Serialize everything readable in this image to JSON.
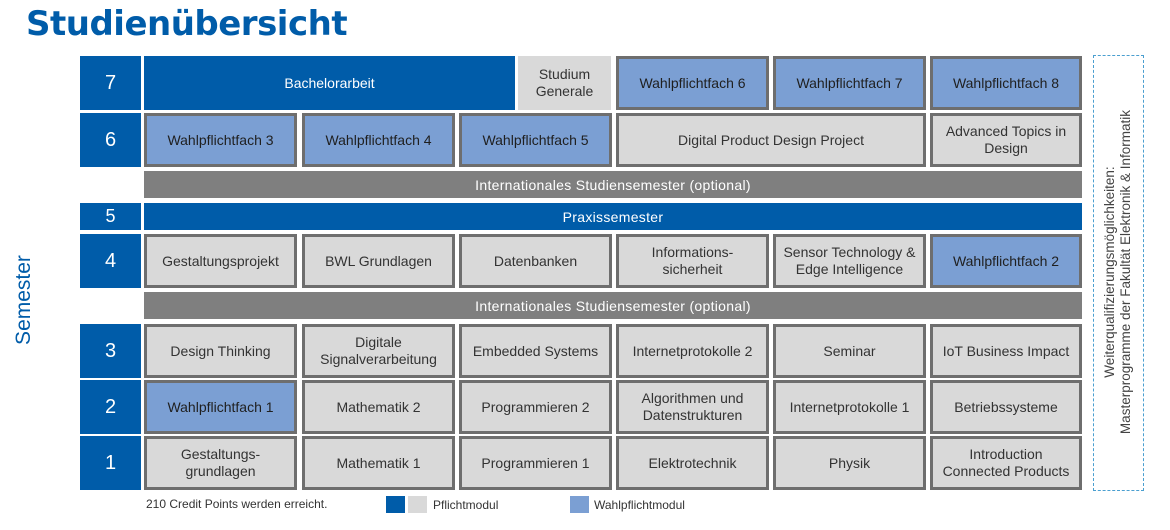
{
  "title": "Studienübersicht",
  "semester_label": "Semester",
  "rows": {
    "s7": {
      "num": "7",
      "c0": "Bachelorarbeit",
      "c1": "Studium Generale",
      "c2": "Wahlpflichtfach 6",
      "c3": "Wahlpflichtfach 7",
      "c4": "Wahlpflichtfach 8"
    },
    "s6": {
      "num": "6",
      "c0": "Wahlpflichtfach 3",
      "c1": "Wahlpflichtfach 4",
      "c2": "Wahlpflichtfach 5",
      "c3": "Digital Product Design Project",
      "c4": "Advanced Topics in Design"
    },
    "s5": {
      "num": "5",
      "band": "Praxissemester"
    },
    "s4": {
      "num": "4",
      "c0": "Gestaltungsprojekt",
      "c1": "BWL Grundlagen",
      "c2": "Datenbanken",
      "c3": "Informations-\nsicherheit",
      "c4": "Sensor Technology &\nEdge Intelligence",
      "c5": "Wahlpflichtfach 2"
    },
    "s3": {
      "num": "3",
      "c0": "Design Thinking",
      "c1": "Digitale\nSignalverarbeitung",
      "c2": "Embedded Systems",
      "c3": "Internetprotokolle 2",
      "c4": "Seminar",
      "c5": "IoT Business Impact"
    },
    "s2": {
      "num": "2",
      "c0": "Wahlpflichtfach 1",
      "c1": "Mathematik 2",
      "c2": "Programmieren 2",
      "c3": "Algorithmen und\nDatenstrukturen",
      "c4": "Internetprotokolle 1",
      "c5": "Betriebssysteme"
    },
    "s1": {
      "num": "1",
      "c0": "Gestaltungs-\ngrundlagen",
      "c1": "Mathematik 1",
      "c2": "Programmieren 1",
      "c3": "Elektrotechnik",
      "c4": "Physik",
      "c5": "Introduction\nConnected Products"
    }
  },
  "international_band": "Internationales Studiensemester (optional)",
  "side_note_line1": "Weiterqualifizierungsmöglichkeiten:",
  "side_note_line2": "Masterprogramme der Fakultät Elektronik & Informatik",
  "footnote": "210 Credit Points werden erreicht.",
  "legend": {
    "pflicht": "Pflichtmodul",
    "wahlpflicht": "Wahlpflichtmodul"
  },
  "colors": {
    "primary": "#005ca9",
    "elective": "#7b9fd3",
    "mandatory_grey": "#d9d9d9",
    "band_grey": "#7f7f7f"
  }
}
